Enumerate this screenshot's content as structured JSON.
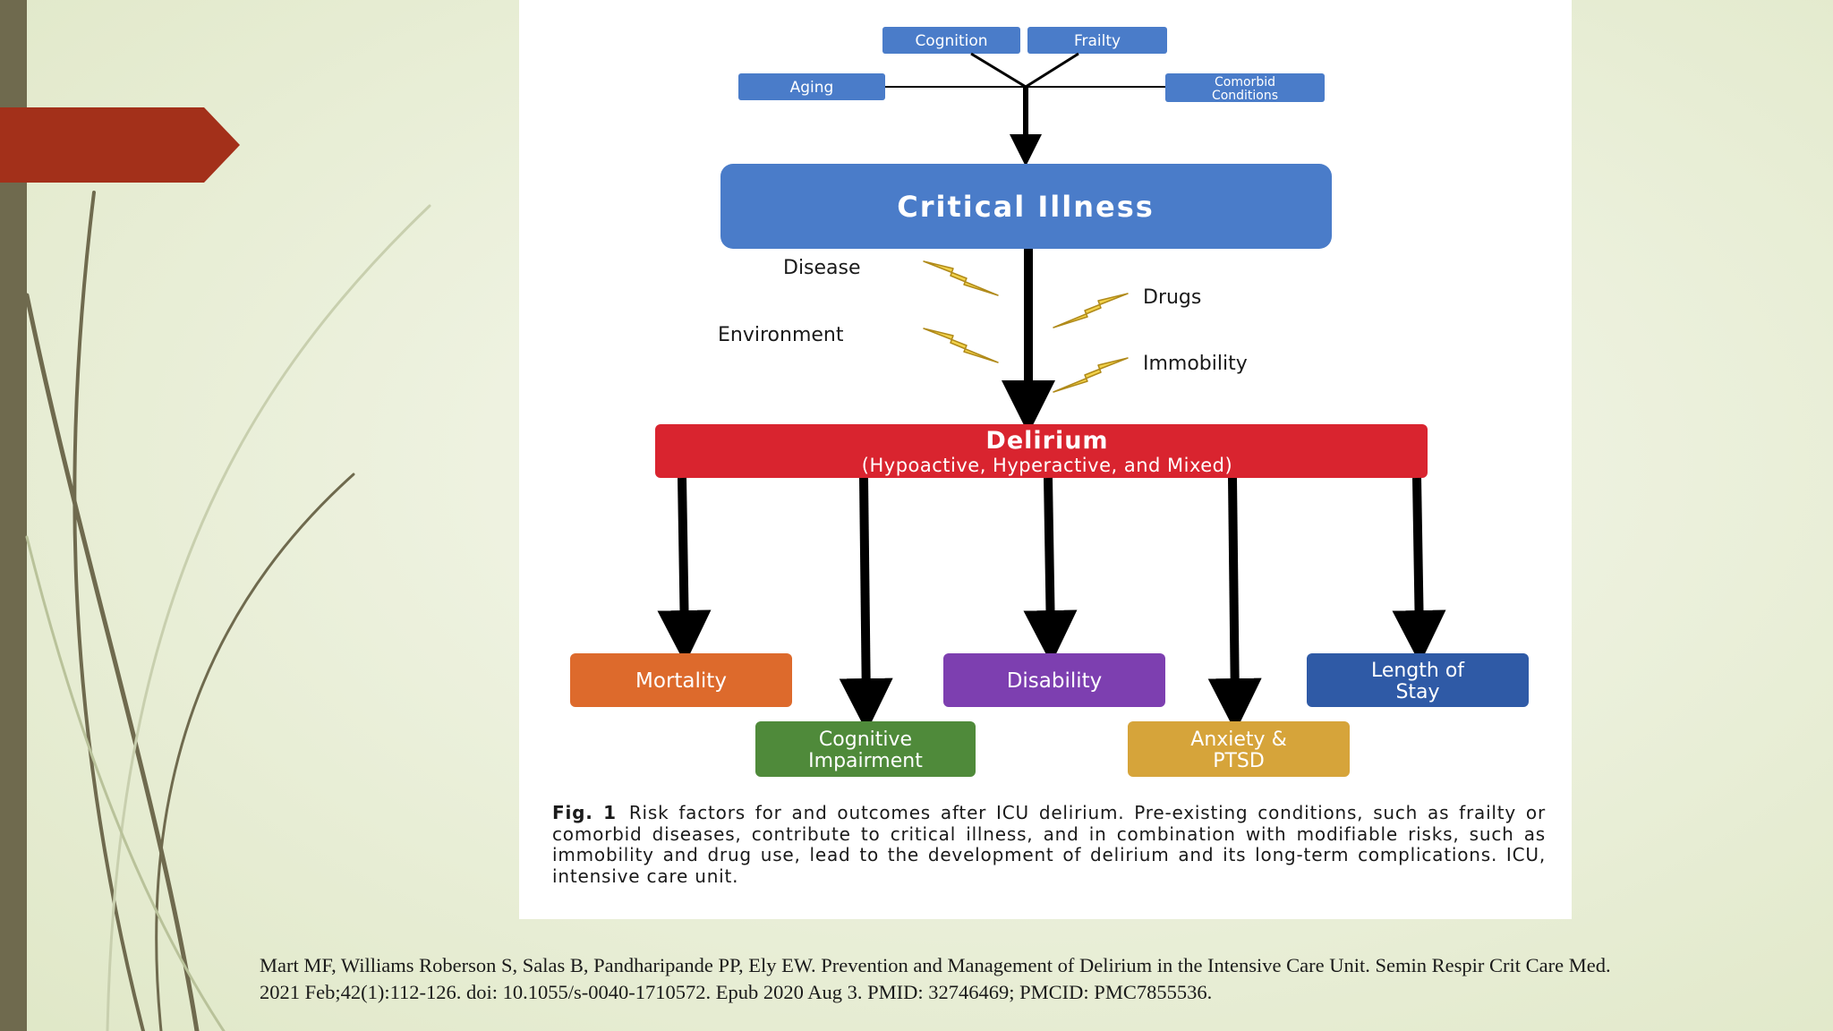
{
  "diagram": {
    "top_factors": {
      "cognition": "Cognition",
      "frailty": "Frailty",
      "aging": "Aging",
      "comorbid_line1": "Comorbid",
      "comorbid_line2": "Conditions"
    },
    "critical_illness": "Critical Illness",
    "modifiable_risks": {
      "disease": "Disease",
      "environment": "Environment",
      "drugs": "Drugs",
      "immobility": "Immobility"
    },
    "delirium": {
      "title": "Delirium",
      "subtitle": "(Hypoactive, Hyperactive, and Mixed)"
    },
    "outcomes": {
      "mortality": "Mortality",
      "cognitive_line1": "Cognitive",
      "cognitive_line2": "Impairment",
      "disability": "Disability",
      "anxiety_line1": "Anxiety &",
      "anxiety_line2": "PTSD",
      "los_line1": "Length of",
      "los_line2": "Stay"
    },
    "colors": {
      "blue": "#4a7cc9",
      "red": "#d9242f",
      "orange": "#dd6a2c",
      "green": "#4f8a3a",
      "purple": "#7d3fb0",
      "gold": "#d6a43a",
      "navy": "#2f5aa6",
      "lightning": "#f2d24a"
    }
  },
  "caption": {
    "label": "Fig. 1",
    "text": "Risk factors for and outcomes after ICU delirium. Pre-existing conditions, such as frailty or comorbid diseases, contribute to critical illness, and in combination with modifiable risks, such as immobility and drug use, lead to the development of delirium and its long-term complications. ICU, intensive care unit."
  },
  "citation": {
    "line1": "Mart MF, Williams Roberson S, Salas B, Pandharipande PP, Ely EW. Prevention and Management of Delirium in the Intensive Care Unit. Semin Respir Crit Care Med.",
    "line2": "2021 Feb;42(1):112-126. doi: 10.1055/s-0040-1710572. Epub 2020 Aug 3. PMID: 32746469; PMCID: PMC7855536."
  },
  "slide": {
    "accent_colors": {
      "left_bar": "#6f6a4e",
      "red_tab": "#a3301a",
      "background": "#e6edd3"
    }
  }
}
